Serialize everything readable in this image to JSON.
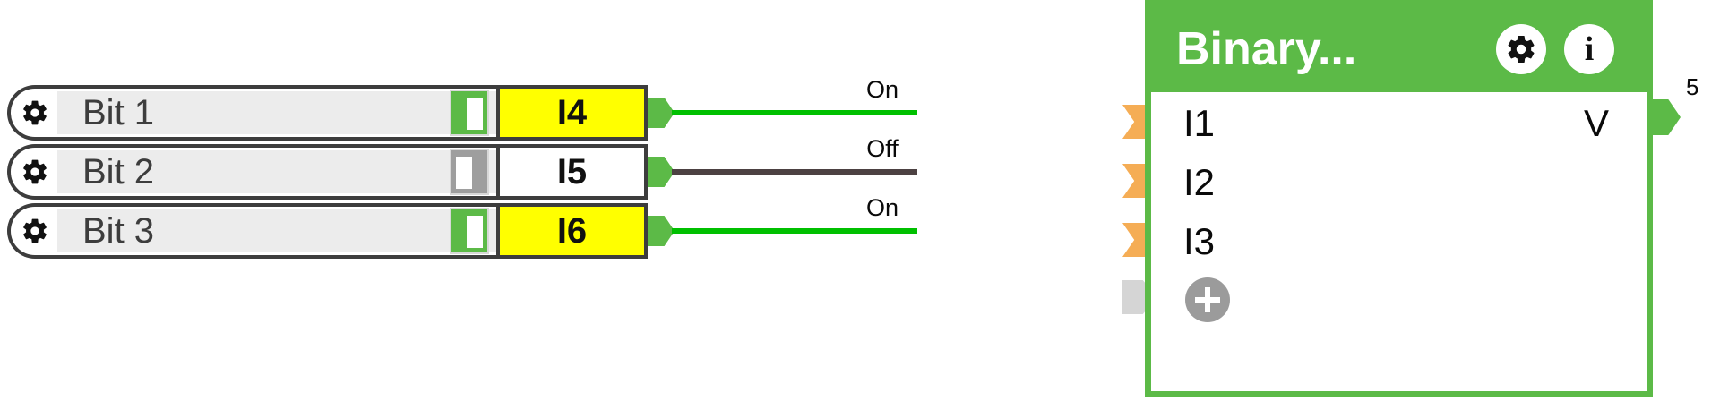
{
  "switch_rows": [
    {
      "label": "Bit 1",
      "gear_icon": "gear-icon",
      "toggle_state": "on",
      "toggle_label": "on",
      "value": "I4",
      "value_active": true,
      "output_port_icon": "output-port-arrow"
    },
    {
      "label": "Bit 2",
      "gear_icon": "gear-icon",
      "toggle_state": "off",
      "toggle_label": "off",
      "value": "I5",
      "value_active": false,
      "output_port_icon": "output-port-arrow"
    },
    {
      "label": "Bit 3",
      "gear_icon": "gear-icon",
      "toggle_state": "on",
      "toggle_label": "on",
      "value": "I6",
      "value_active": true,
      "output_port_icon": "output-port-arrow"
    }
  ],
  "wires": [
    {
      "label": "On",
      "state": "on"
    },
    {
      "label": "Off",
      "state": "off"
    },
    {
      "label": "On",
      "state": "on"
    }
  ],
  "node": {
    "title": "Binary...",
    "gear_icon": "gear-icon",
    "info_icon": "info-icon",
    "info_glyph": "i",
    "inputs": [
      {
        "label": "I1",
        "port_icon": "input-port-arrow"
      },
      {
        "label": "I2",
        "port_icon": "input-port-arrow"
      },
      {
        "label": "I3",
        "port_icon": "input-port-arrow"
      }
    ],
    "add_input": {
      "icon": "plus-icon",
      "port_icon": "input-port-arrow-empty"
    },
    "output": {
      "label": "V",
      "port_icon": "output-port-arrow",
      "count": "5"
    }
  },
  "colors": {
    "node_green": "#5cba47",
    "wire_on": "#00c000",
    "wire_off": "#4c4142",
    "value_active": "#ffff00",
    "port_orange": "#f5ad55",
    "toggle_off_gray": "#9e9e9e",
    "row_border": "#3d3d3d"
  }
}
